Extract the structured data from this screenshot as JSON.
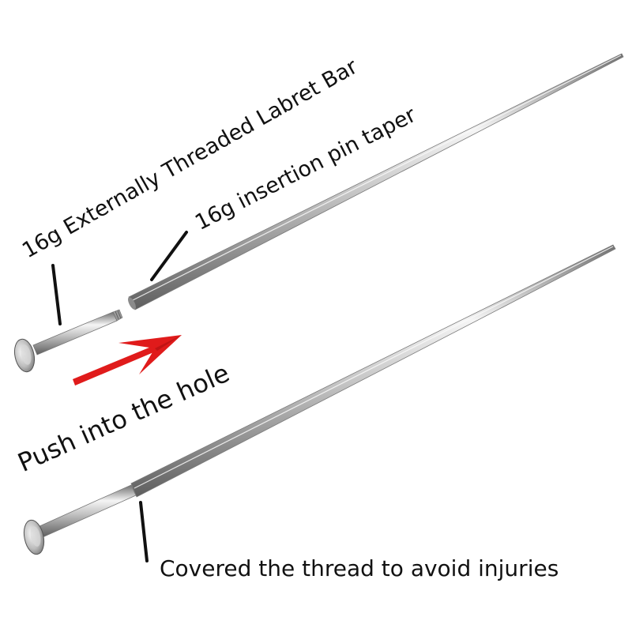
{
  "labels": {
    "labret_bar": "16g Externally Threaded Labret Bar",
    "insertion_pin": "16g insertion pin taper",
    "push_instruction": "Push into the hole",
    "covered_thread": "Covered the thread to avoid injuries"
  },
  "colors": {
    "background": "#ffffff",
    "steel_light": "#f2f2f2",
    "steel_mid": "#b5b5b5",
    "steel_dark": "#6f6f6f",
    "arrow_red": "#e01b1b",
    "text": "#111111"
  },
  "icons": {
    "arrow": "red-arrow-icon"
  }
}
